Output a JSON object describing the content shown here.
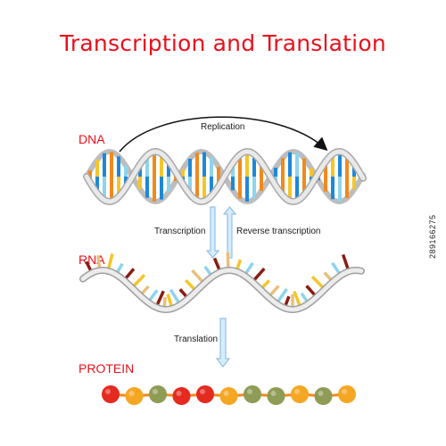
{
  "title": "Transcription and Translation",
  "labels": {
    "dna": "DNA",
    "rna": "RNA",
    "protein": "PROTEIN",
    "replication": "Replication",
    "transcription": "Transcription",
    "reverse_transcription": "Reverse transcription",
    "translation": "Translation"
  },
  "stock_id": "289166275",
  "colors": {
    "title": "#e8101b",
    "base_orange": "#f08a1c",
    "base_blue": "#1e88d8",
    "base_lightblue": "#8dd4ee",
    "base_yellow": "#f6c52a",
    "base_brown": "#8a1c12",
    "base_tan": "#e8c07a",
    "protein_red": "#e52a1f",
    "protein_orange": "#f5a623",
    "protein_green": "#8e9c55",
    "arrow_fill": "#d7ecfb",
    "arrow_stroke": "#7fb6e0"
  }
}
